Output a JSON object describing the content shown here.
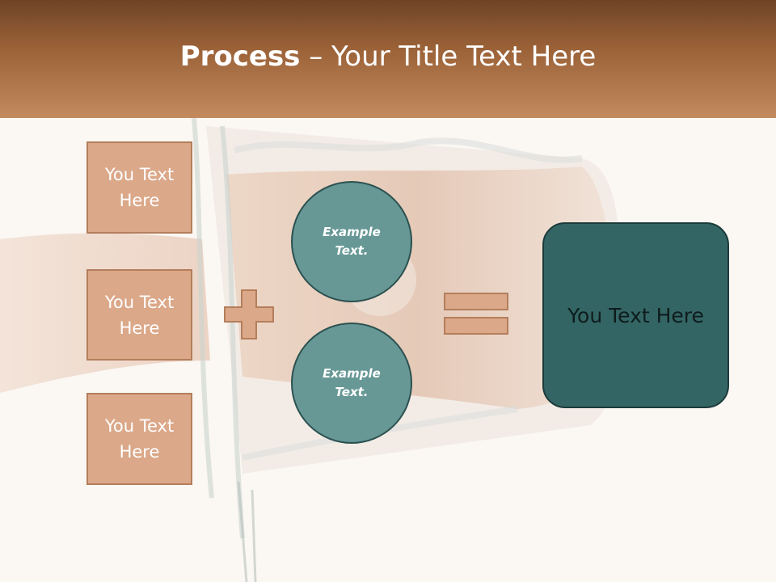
{
  "slide": {
    "title_bold": "Process",
    "title_rest": " – Your Title Text Here",
    "inputs": [
      "You Text Here",
      "You Text Here",
      "You Text Here"
    ],
    "circles": [
      "Example Text.",
      "Example Text."
    ],
    "result": "You Text Here"
  },
  "colors": {
    "header_top": "#6e4426",
    "header_bottom": "#c38a5e",
    "box_fill": "#dba889",
    "box_border": "#b47e5c",
    "circle_fill": "#679896",
    "result_fill": "#346565"
  },
  "icons": [
    "plus-icon",
    "equals-icon"
  ]
}
